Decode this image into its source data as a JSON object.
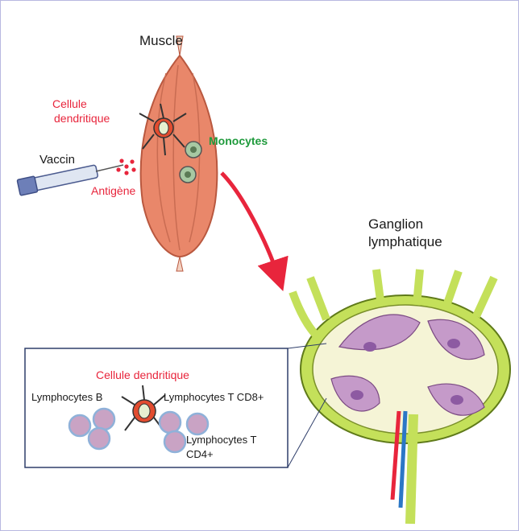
{
  "labels": {
    "muscle": "Muscle",
    "dendritic_cell_line1": "Cellule",
    "dendritic_cell_line2": "dendritique",
    "monocytes": "Monocytes",
    "vaccine": "Vaccin",
    "antigen": "Antigène",
    "lymph_node_line1": "Ganglion",
    "lymph_node_line2": "lymphatique",
    "inset_dendritic_cell": "Cellule dendritique",
    "inset_b_cells": "Lymphocytes B",
    "inset_t_cd8": "Lymphocytes T CD8+",
    "inset_t_cd4_line1": "Lymphocytes T",
    "inset_t_cd4_line2": "CD4+"
  },
  "colors": {
    "accent_red": "#e8253c",
    "accent_green": "#1f9a3c",
    "muscle": "#e9876a",
    "lymph_green": "#c4e05a",
    "lymph_purple": "#c59ac9"
  }
}
